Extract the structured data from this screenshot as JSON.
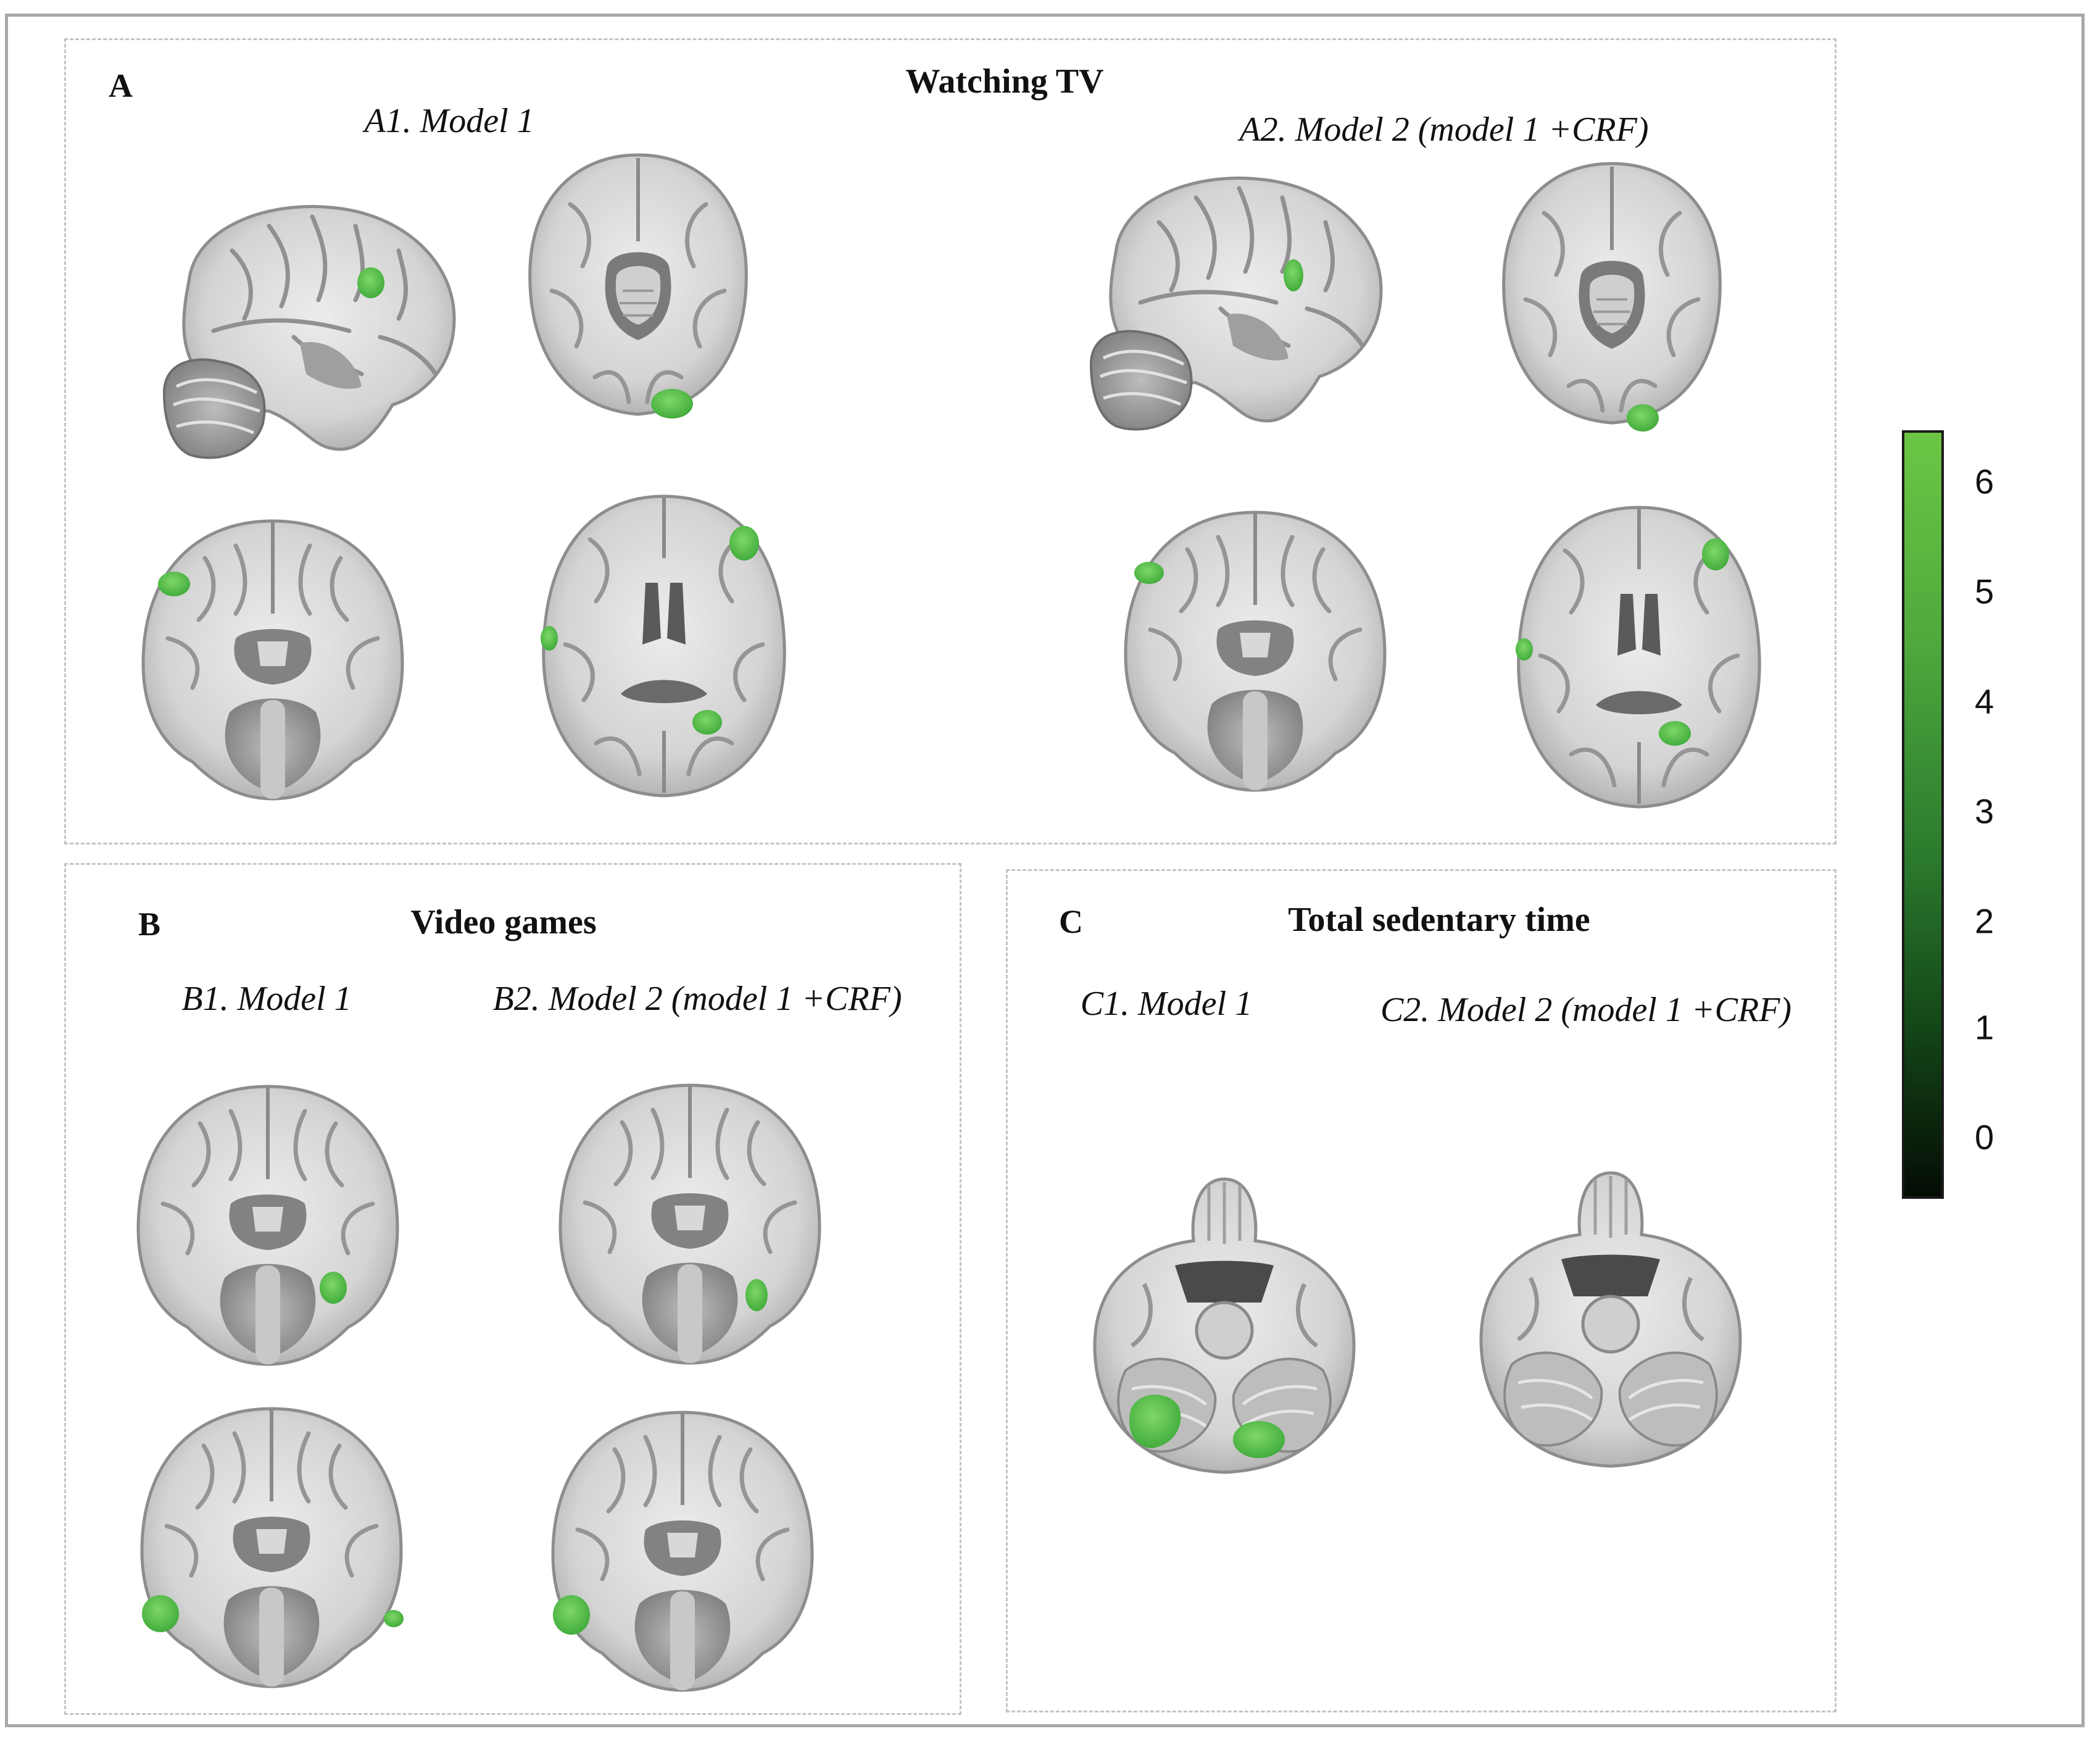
{
  "panels": {
    "a": {
      "letter": "A",
      "title": "Watching  TV",
      "sub1": "A1. Model 1",
      "sub2": "A2. Model 2 (model 1 +CRF)"
    },
    "b": {
      "letter": "B",
      "title": "Video games",
      "sub1": "B1. Model 1",
      "sub2": "B2. Model 2 (model 1 +CRF)"
    },
    "c": {
      "letter": "C",
      "title": "Total sedentary time",
      "sub1": "C1. Model 1",
      "sub2": "C2. Model 2 (model 1 +CRF)"
    }
  },
  "colorbar": {
    "ticks": [
      "6",
      "5",
      "4",
      "3",
      "2",
      "1",
      "0"
    ],
    "top_color": "#6cc644",
    "bottom_color": "#050c05"
  },
  "colors": {
    "brain_fill": "#dcdcdc",
    "sulcus": "#8a8a8a",
    "dark_tissue": "#565656",
    "activation": "#5cc24a"
  }
}
